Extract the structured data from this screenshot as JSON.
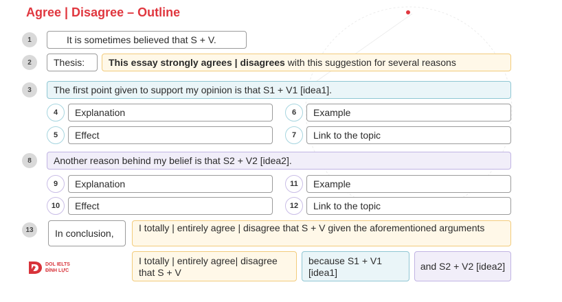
{
  "title": "Agree | Disagree – Outline",
  "rows": {
    "r1": {
      "num": "1",
      "text": "It is sometimes believed that S + V."
    },
    "r2": {
      "num": "2",
      "label": "Thesis:",
      "bold": "This essay strongly agrees | disagrees",
      "rest": " with this suggestion for several reasons"
    },
    "r3": {
      "num": "3",
      "text": "The first point given to support my opinion is that S1 + V1 [idea1]."
    },
    "r4": {
      "num": "4",
      "text": "Explanation"
    },
    "r5": {
      "num": "5",
      "text": "Effect"
    },
    "r6": {
      "num": "6",
      "text": "Example"
    },
    "r7": {
      "num": "7",
      "text": "Link to the topic"
    },
    "r8": {
      "num": "8",
      "text": "Another reason behind my belief is that S2 + V2 [idea2]."
    },
    "r9": {
      "num": "9",
      "text": "Explanation"
    },
    "r10": {
      "num": "10",
      "text": "Effect"
    },
    "r11": {
      "num": "11",
      "text": "Example"
    },
    "r12": {
      "num": "12",
      "text": "Link to the topic"
    },
    "r13": {
      "num": "13",
      "label": "In conclusion,",
      "statement": "I totally | entirely agree | disagree that S + V given the aforementioned arguments",
      "sub1": "I totally | entirely agree| disagree that S + V",
      "sub2": "because S1 + V1 [idea1]",
      "sub3": "and S2 + V2 [idea2]"
    }
  },
  "logo": {
    "line1": "DOL IELTS",
    "line2": "ĐÌNH LỰC"
  },
  "colors": {
    "accent": "#e0373f",
    "yellow": "#fff8e8",
    "teal": "#eaf5f8",
    "purple": "#f1eef9"
  }
}
